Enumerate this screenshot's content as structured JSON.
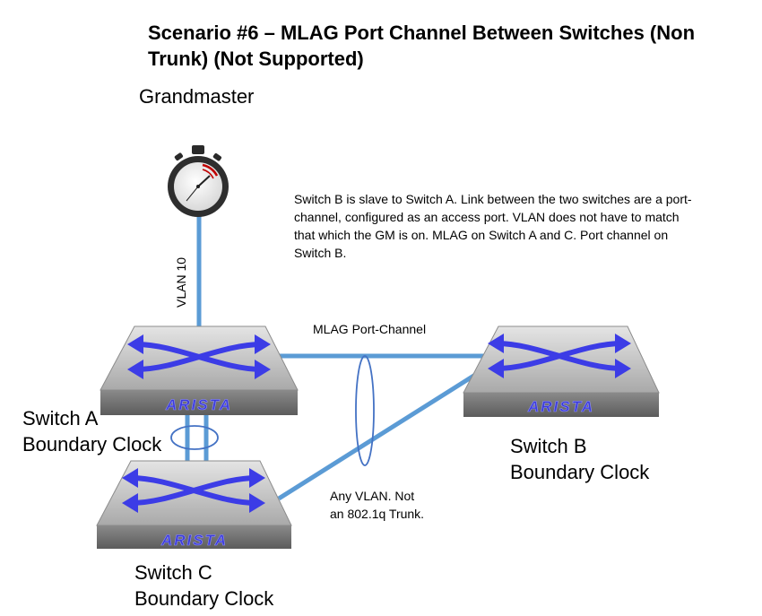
{
  "title": "Scenario #6 – MLAG Port Channel Between Switches (Non Trunk) (Not Supported)",
  "grandmaster_label": "Grandmaster",
  "note": "Switch B is slave to Switch A.  Link between the two switches are a port-channel, configured as an access port.  VLAN does not have to match that which the GM is on.  MLAG on Switch A and C.  Port channel on Switch B.",
  "vlan_label": "VLAN 10",
  "mlag_label": "MLAG Port-Channel",
  "any_vlan_line1": "Any VLAN.  Not",
  "any_vlan_line2": "an 802.1q Trunk.",
  "switch_a": {
    "name": "Switch A",
    "role": "Boundary Clock",
    "brand": "ARISTA"
  },
  "switch_b": {
    "name": "Switch B",
    "role": "Boundary Clock",
    "brand": "ARISTA"
  },
  "switch_c": {
    "name": "Switch C",
    "role": "Boundary Clock",
    "brand": "ARISTA"
  },
  "colors": {
    "link": "#5b9bd5",
    "arrow": "#3c3ce6",
    "switch_top": "#b9b9b9",
    "switch_side": "#7d7d7d"
  }
}
